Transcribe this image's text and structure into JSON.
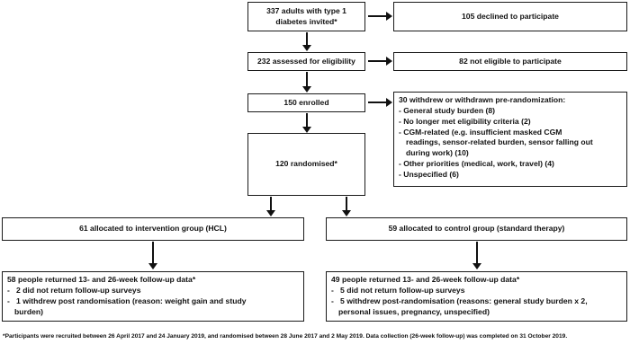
{
  "diagram": {
    "type": "consort-flow-diagram",
    "nodes": {
      "invited": {
        "line1": "337 adults with type 1",
        "line2": "diabetes invited*"
      },
      "declined": {
        "text": "105 declined to participate"
      },
      "assessed": {
        "text": "232 assessed for eligibility"
      },
      "not_eligible": {
        "text": "82 not eligible to participate"
      },
      "enrolled": {
        "text": "150 enrolled"
      },
      "withdrew_pre": {
        "heading": "30 withdrew or withdrawn pre-randomization:",
        "items": [
          "- General study burden (8)",
          "- No longer met eligibility criteria (2)",
          "- CGM-related (e.g. insufficient masked CGM",
          "- Other priorities (medical, work, travel) (4)",
          "- Unspecified (6)"
        ],
        "cgm_cont1": "readings, sensor-related burden, sensor falling out",
        "cgm_cont2": "during work) (10)"
      },
      "randomised": {
        "text": "120 randomised*"
      },
      "intervention": {
        "text": "61 allocated to intervention group (HCL)"
      },
      "control": {
        "text": "59 allocated to control group (standard therapy)"
      },
      "intervention_followup": {
        "heading": "58 people returned 13- and 26-week follow-up data*",
        "items": [
          "-   2 did not return follow-up surveys",
          "-   1 withdrew post randomisation (reason: weight gain and study"
        ],
        "cont": "burden)"
      },
      "control_followup": {
        "heading": "49 people returned 13- and 26-week follow-up data*",
        "items": [
          "-   5 did not return follow-up surveys",
          "-   5 withdrew post-randomisation (reasons: general study burden x 2,"
        ],
        "cont": "personal issues, pregnancy, unspecified)"
      }
    },
    "footnote": {
      "line1": "*Participants were recruited between 26 April 2017 and 24 January 2019, and randomised between 28 June 2017 and 2 May 2019. Data collection (26-week follow-up) was",
      "line2": "completed on 31 October 2019."
    },
    "colors": {
      "stroke": "#1a1a1a",
      "text": "#111111",
      "background": "#ffffff"
    }
  }
}
